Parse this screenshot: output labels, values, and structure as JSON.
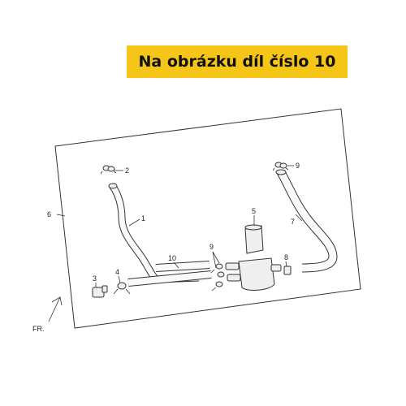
{
  "banner": {
    "text": "Na obrázku díl číslo 10",
    "color": "#f5c518"
  },
  "diagram": {
    "callouts": [
      "1",
      "2",
      "3",
      "4",
      "5",
      "6",
      "7",
      "8",
      "9",
      "9",
      "10"
    ],
    "direction_label": "FR."
  }
}
